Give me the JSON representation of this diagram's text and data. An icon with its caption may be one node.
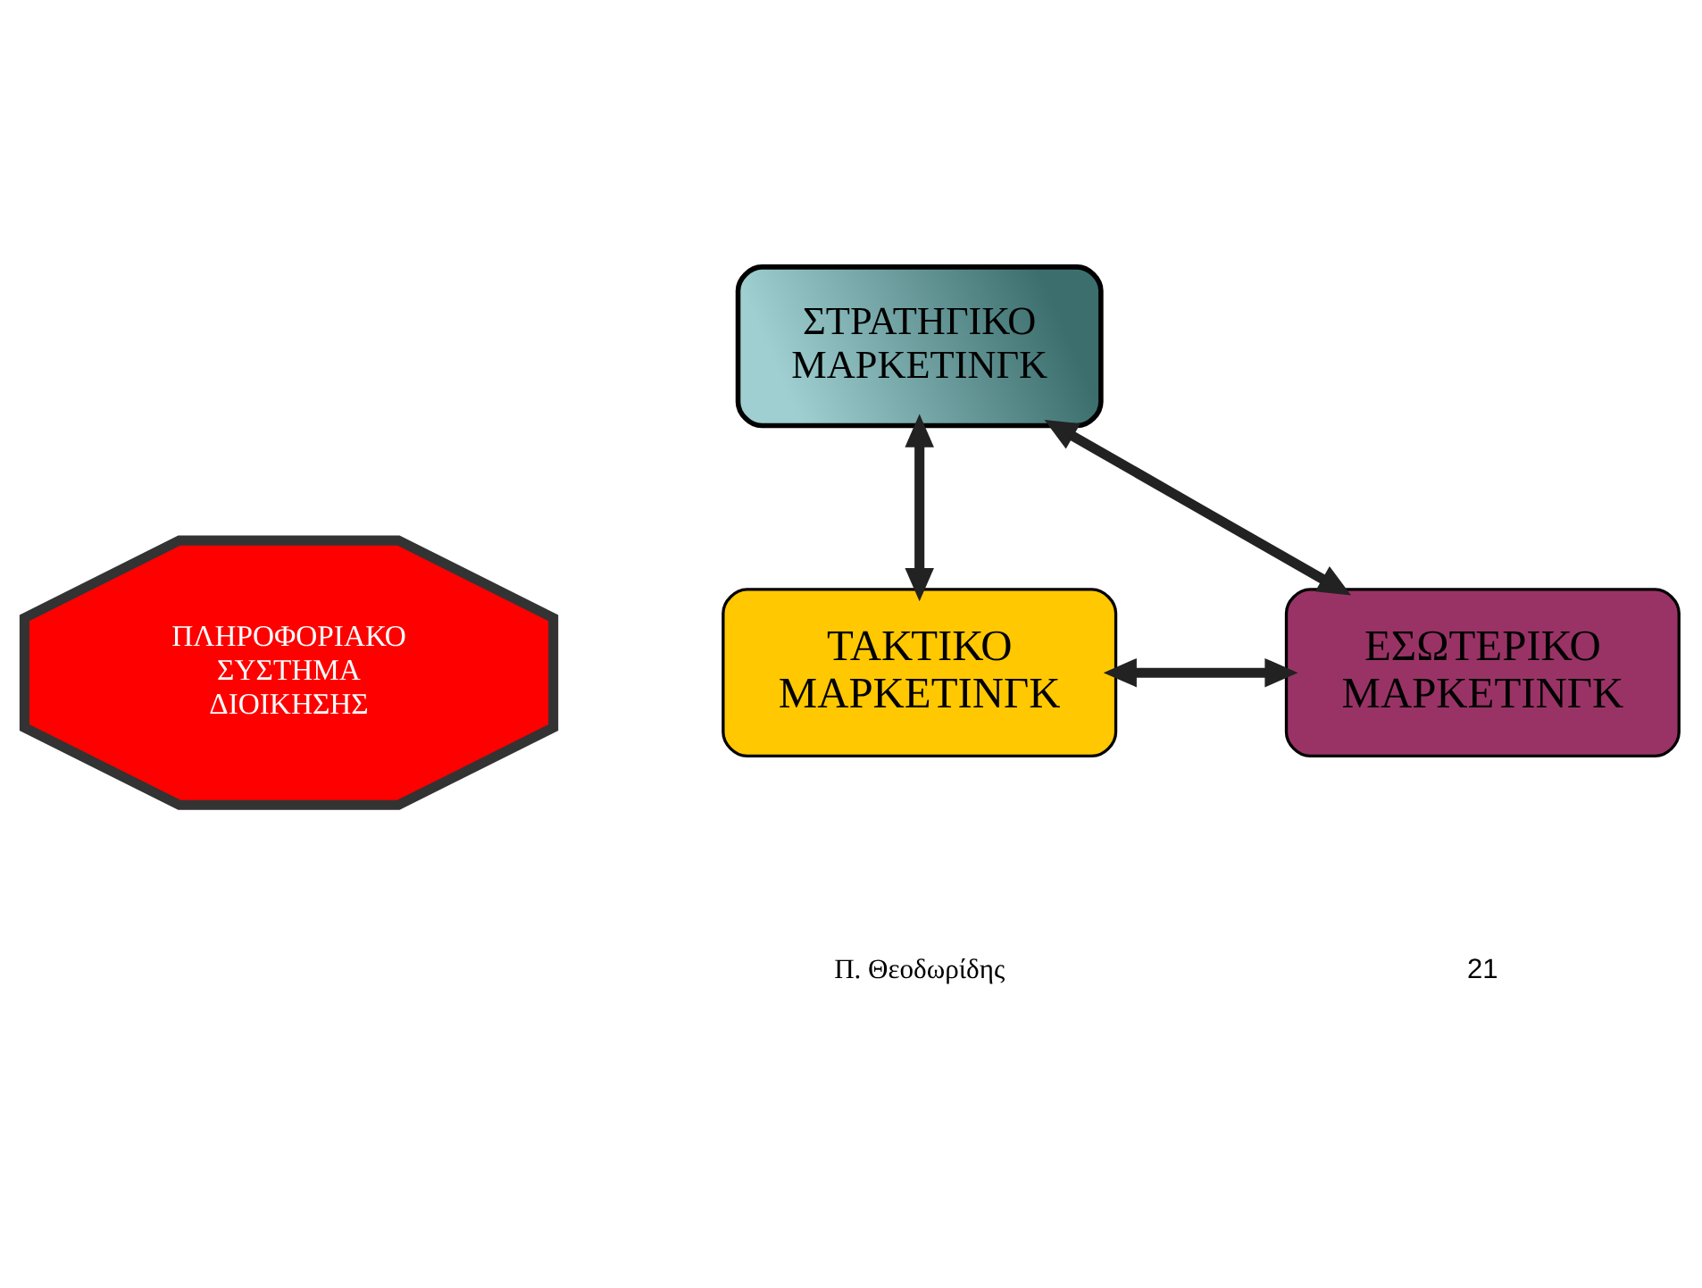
{
  "diagram": {
    "nodes": [
      {
        "text": [
          "ΣΤΡΑΤΗΓΙΚΟ ΜΑΡΚΕΤΙΝΓΚ"
        ]
      },
      {
        "text": [
          "ΠΛΗΡΟΦΟΡΙΑΚΟ ΣΥΣΤΗΜΑ ΔΙΟΙΚΗΣΗΣ"
        ]
      },
      {
        "text": [
          "ΤΑΚΤΙΚΟ ΜΑΡΚΕΤΙΝΓΚ"
        ]
      },
      {
        "text": [
          "ΕΣΩΤΕΡΙΚΟ ΜΑΡΚΕΤΙΝΓΚ"
        ]
      }
    ],
    "edges": [
      {
        "from": 0,
        "to": 2,
        "arrow": "both"
      },
      {
        "from": 0,
        "to": 3,
        "arrow": "both"
      },
      {
        "from": 2,
        "to": 3,
        "arrow": "both"
      }
    ],
    "labels": [
      "Π. Θεοδωρίδης",
      "21"
    ]
  }
}
